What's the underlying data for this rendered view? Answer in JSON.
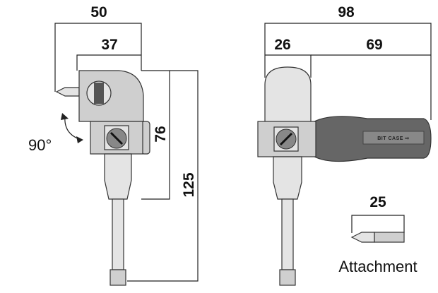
{
  "dimensions": {
    "side_view": {
      "overall_width": "50",
      "head_width": "37",
      "head_height": "76",
      "overall_height": "125",
      "rotation": "90°"
    },
    "front_view": {
      "overall_length": "98",
      "head_length": "26",
      "handle_length": "69"
    },
    "attachment": {
      "length": "25",
      "label": "Attachment"
    }
  },
  "handle_label": "BIT CASE ⇨",
  "colors": {
    "line": "#222222",
    "body": "#cfcfcf",
    "handle": "#666666"
  }
}
